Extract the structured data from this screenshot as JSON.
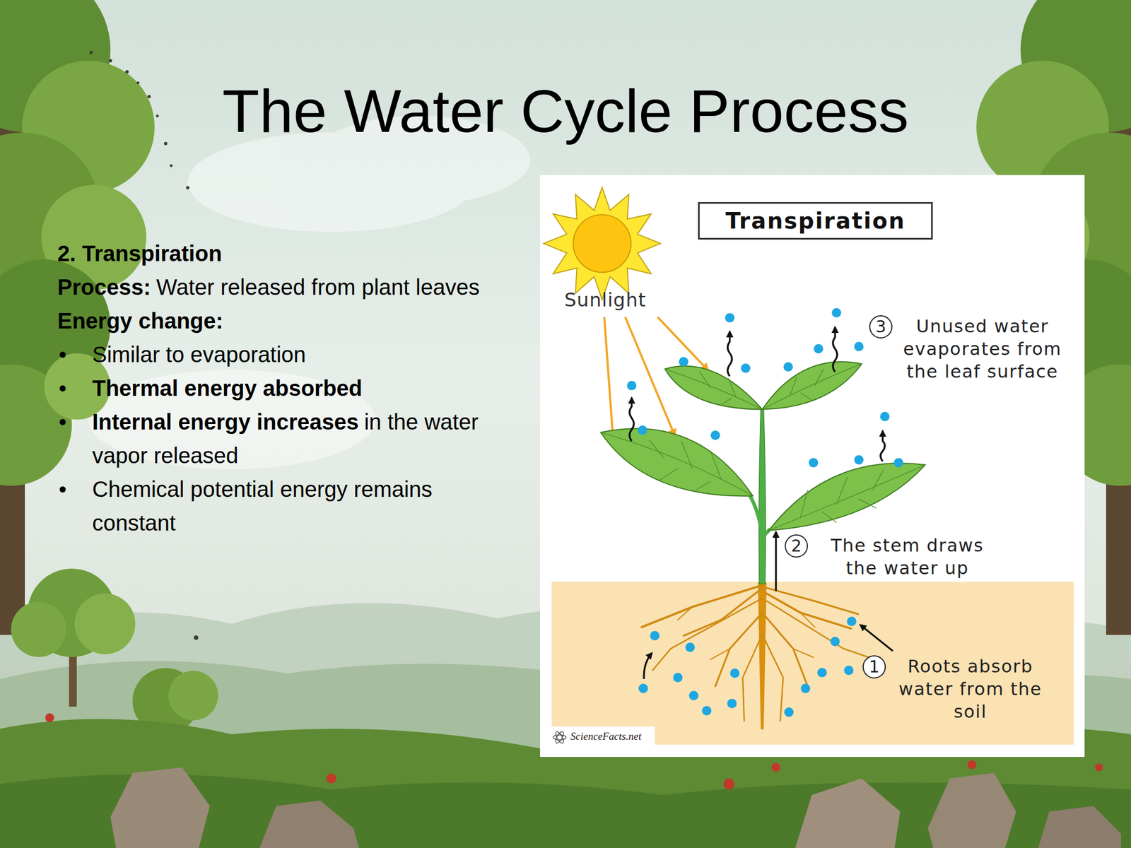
{
  "diagram": {
    "title": "The Water Cycle Process",
    "nodes": [
      {
        "text": [
          "Transpiration"
        ]
      },
      {
        "text": [
          "3",
          "Unused water evaporates from the leaf surface"
        ]
      },
      {
        "text": [
          "2",
          "The stem draws the water up"
        ]
      },
      {
        "text": [
          "1",
          "Roots absorb water from the soil"
        ]
      }
    ],
    "labels": [
      "2. Transpiration",
      "Process:",
      "Water released from plant leaves",
      "Energy change:",
      "Similar to evaporation",
      "Thermal energy absorbed",
      "Internal energy increases",
      "in the water vapor released",
      "Chemical potential energy remains constant",
      "Sunlight",
      "ScienceFacts.net"
    ]
  }
}
